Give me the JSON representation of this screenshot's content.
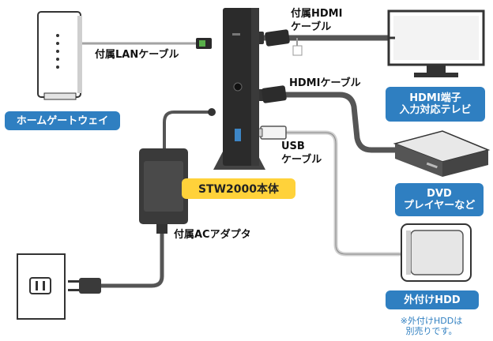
{
  "devices": {
    "home_gateway": "ホームゲートウェイ",
    "hdmi_tv": [
      "HDMI端子",
      "入力対応テレビ"
    ],
    "stw": "STW2000本体",
    "dvd": [
      "DVD",
      "プレイヤーなど"
    ],
    "hdd": "外付けHDD"
  },
  "cables": {
    "lan": "付属LANケーブル",
    "hdmi_included": [
      "付属HDMI",
      "ケーブル"
    ],
    "hdmi": "HDMIケーブル",
    "usb": [
      "USB",
      "ケーブル"
    ],
    "ac_adapter": "付属ACアダプタ"
  },
  "note": [
    "※外付けHDDは",
    "別売りです。"
  ],
  "colors": {
    "accent_blue": "#2f7fc1",
    "accent_yellow": "#ffd23a",
    "cable_gray": "#4a4a4a"
  }
}
